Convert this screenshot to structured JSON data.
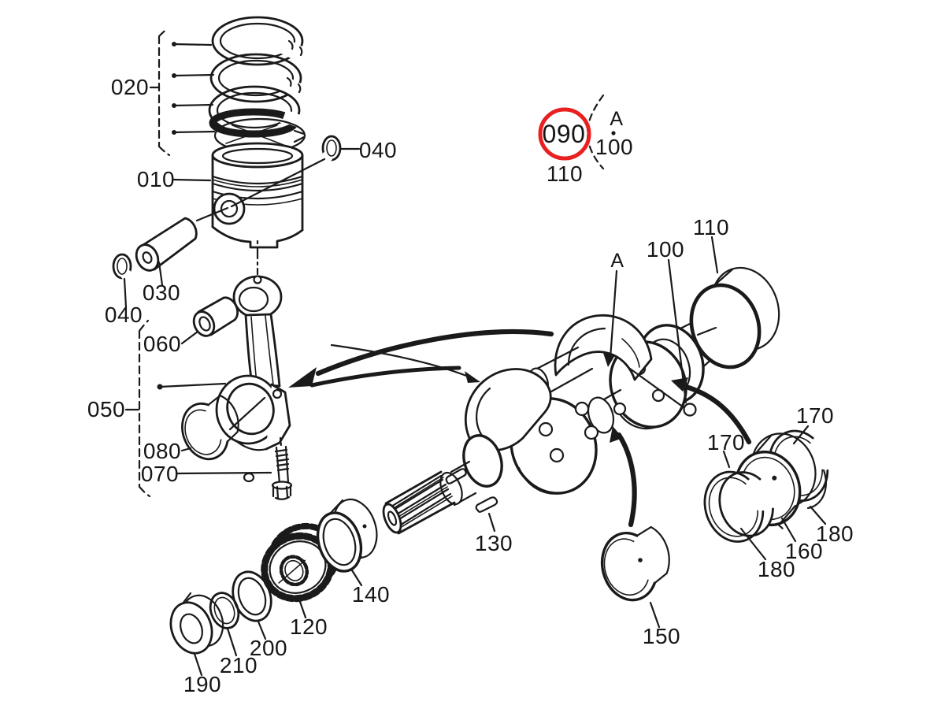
{
  "diagram": {
    "type": "exploded-parts-diagram",
    "subject": "engine piston, connecting rod and crankshaft assembly",
    "highlight": {
      "circled_part": "090"
    },
    "colors": {
      "line": "#1a1a1a",
      "highlight_red": "#e8201f",
      "background": "#ffffff"
    }
  },
  "labels": {
    "ring_set": "020",
    "piston": "010",
    "piston_pin": "030",
    "circlip_right": "040",
    "circlip_left": "040",
    "rod_assembly": "050",
    "small_end_bushing": "060",
    "rod_bolt": "070",
    "rod_bearing": "080",
    "highlighted_part": "090",
    "section_a_top": "A",
    "mark_100_top": "100",
    "mark_110_top": "110",
    "section_a_crank": "A",
    "crank_mark_100": "100",
    "crank_bushing_110": "110",
    "crank_gear": "120",
    "key_130": "130",
    "main_bearing_140": "140",
    "main_bearing_150": "150",
    "bearing_case_160": "160",
    "thrust_washer_left": "170",
    "thrust_washer_right": "170",
    "shell_left_180": "180",
    "shell_right_180": "180",
    "collar_190": "190",
    "slinger_200": "200",
    "ring_210": "210"
  }
}
